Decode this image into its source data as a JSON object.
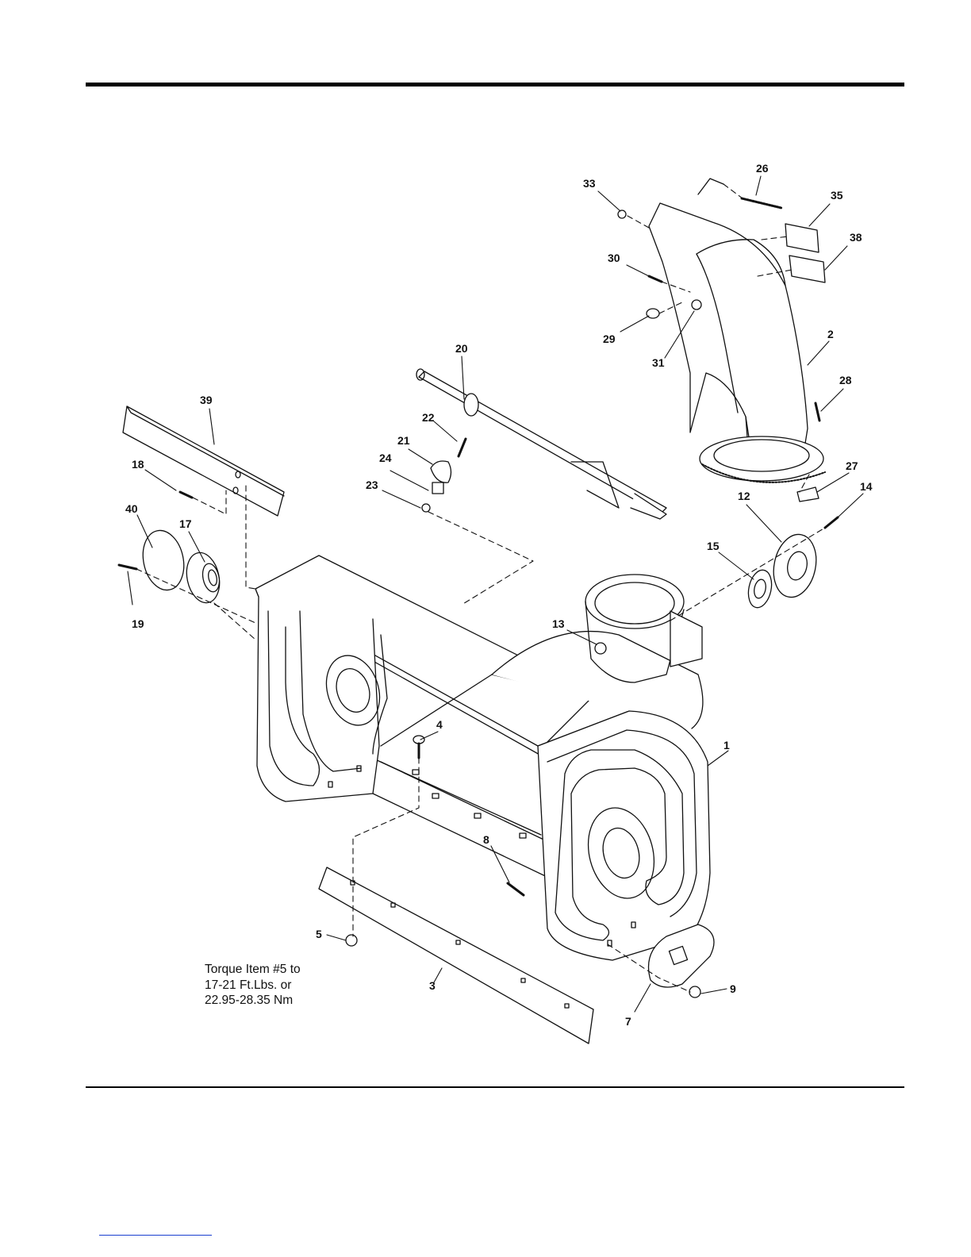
{
  "torque_note": {
    "line1": "Torque Item #5 to",
    "line2": "17-21 Ft.Lbs. or",
    "line3": "22.95-28.35 Nm"
  },
  "callouts": {
    "c1": "1",
    "c2": "2",
    "c3": "3",
    "c4": "4",
    "c5": "5",
    "c7": "7",
    "c8": "8",
    "c9": "9",
    "c12": "12",
    "c13": "13",
    "c14": "14",
    "c15": "15",
    "c17": "17",
    "c18": "18",
    "c19": "19",
    "c20": "20",
    "c21": "21",
    "c22": "22",
    "c23": "23",
    "c24": "24",
    "c26": "26",
    "c27": "27",
    "c28": "28",
    "c29": "29",
    "c30": "30",
    "c31": "31",
    "c33": "33",
    "c35": "35",
    "c38": "38",
    "c39": "39",
    "c40": "40"
  }
}
